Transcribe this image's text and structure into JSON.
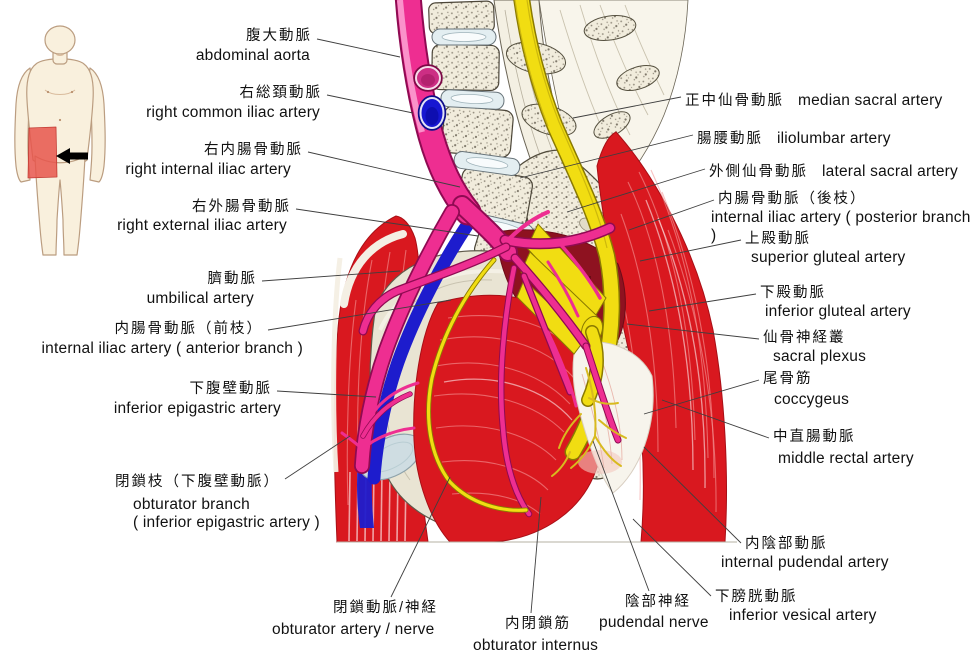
{
  "inset": {
    "type": "body-location-indicator",
    "highlighted_region": "right lower abdomen / pelvis",
    "arrow_direction": "left"
  },
  "labels": [
    {
      "id": "abdominal-aorta",
      "jp": "腹大動脈",
      "en": "abdominal aorta"
    },
    {
      "id": "right-common-iliac-artery",
      "jp": "右総頚動脈",
      "en": "right common iliac artery"
    },
    {
      "id": "right-internal-iliac-artery",
      "jp": "右内腸骨動脈",
      "en": "right internal iliac artery"
    },
    {
      "id": "right-external-iliac-artery",
      "jp": "右外腸骨動脈",
      "en": "right external iliac artery"
    },
    {
      "id": "umbilical-artery",
      "jp": "臍動脈",
      "en": "umbilical artery"
    },
    {
      "id": "internal-iliac-artery-anterior-branch",
      "jp": "内腸骨動脈（前枝）",
      "en": "internal iliac artery ( anterior branch )"
    },
    {
      "id": "inferior-epigastric-artery",
      "jp": "下腹壁動脈",
      "en": "inferior epigastric artery"
    },
    {
      "id": "obturator-branch",
      "jp": "閉鎖枝（下腹壁動脈）",
      "en": "obturator branch\n( inferior epigastric artery )"
    },
    {
      "id": "obturator-artery-nerve",
      "jp": "閉鎖動脈/神経",
      "en": "obturator artery / nerve"
    },
    {
      "id": "obturator-internus",
      "jp": "内閉鎖筋",
      "en": "obturator internus"
    },
    {
      "id": "pudendal-nerve",
      "jp": "陰部神経",
      "en": "pudendal nerve"
    },
    {
      "id": "median-sacral-artery",
      "jp": "正中仙骨動脈",
      "en": "median sacral artery"
    },
    {
      "id": "iliolumbar-artery",
      "jp": "腸腰動脈",
      "en": "iliolumbar artery"
    },
    {
      "id": "lateral-sacral-artery",
      "jp": "外側仙骨動脈",
      "en": "lateral sacral artery"
    },
    {
      "id": "internal-iliac-artery-posterior-branch",
      "jp": "内腸骨動脈（後枝）",
      "en": "internal iliac artery ( posterior branch )"
    },
    {
      "id": "superior-gluteal-artery",
      "jp": "上殿動脈",
      "en": "superior gluteal artery"
    },
    {
      "id": "inferior-gluteal-artery",
      "jp": "下殿動脈",
      "en": "inferior gluteal artery"
    },
    {
      "id": "sacral-plexus",
      "jp": "仙骨神経叢",
      "en": "sacral plexus"
    },
    {
      "id": "coccygeus",
      "jp": "尾骨筋",
      "en": "coccygeus"
    },
    {
      "id": "middle-rectal-artery",
      "jp": "中直腸動脈",
      "en": "middle rectal artery"
    },
    {
      "id": "internal-pudendal-artery",
      "jp": "内陰部動脈",
      "en": "internal pudendal artery"
    },
    {
      "id": "inferior-vesical-artery",
      "jp": "下膀胱動脈",
      "en": "inferior vesical artery"
    }
  ],
  "colors": {
    "artery": "#ee2e91",
    "artery_dark": "#8f0a52",
    "vein": "#1d1ccd",
    "nerve": "#f1dd12",
    "muscle": "#d9181f",
    "muscle_deep": "#8e1220",
    "bone": "#f1ecdc",
    "disc": "#e3eef1",
    "cartilage": "#cfdde2",
    "inset_highlight": "#e8564c",
    "leader": "#3f3f3f",
    "text": "#111111"
  }
}
